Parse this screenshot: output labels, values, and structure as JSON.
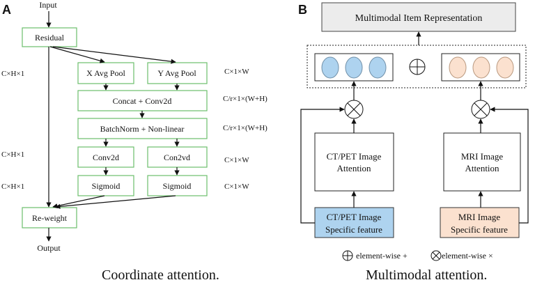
{
  "panel_a": {
    "letter": "A",
    "input": "Input",
    "output": "Output",
    "residual": "Residual",
    "x_avg_pool": "X Avg Pool",
    "y_avg_pool": "Y Avg Pool",
    "concat": "Concat + Conv2d",
    "batchnorm": "BatchNorm + Non-linear",
    "conv_left": "Conv2d",
    "conv_right": "Con2vd",
    "sigmoid_left": "Sigmoid",
    "sigmoid_right": "Sigmoid",
    "reweight": "Re-weight",
    "dim_left_1": "C×H×1",
    "dim_left_2": "C×H×1",
    "dim_left_3": "C×H×1",
    "dim_right_1": "C×1×W",
    "dim_right_2": "C/r×1×(W+H)",
    "dim_right_3": "C/r×1×(W+H)",
    "dim_right_4": "C×1×W",
    "dim_right_5": "C×1×W",
    "caption": "Coordinate attention."
  },
  "panel_b": {
    "letter": "B",
    "top": "Multimodal Item Representation",
    "ct_attention_1": "CT/PET Image",
    "ct_attention_2": "Attention",
    "mri_attention_1": "MRI Image",
    "mri_attention_2": "Attention",
    "ct_feature_1": "CT/PET Image",
    "ct_feature_2": "Specific feature",
    "mri_feature_1": "MRI Image",
    "mri_feature_2": "Specific feature",
    "legend_plus": "element-wise +",
    "legend_times": "element-wise ×",
    "caption": "Multimodal attention."
  },
  "colors": {
    "green_border": "#6cbf6c",
    "blue_fill": "#aed3ef",
    "orange_fill": "#fbe1cf",
    "gray_fill": "#ececec"
  }
}
